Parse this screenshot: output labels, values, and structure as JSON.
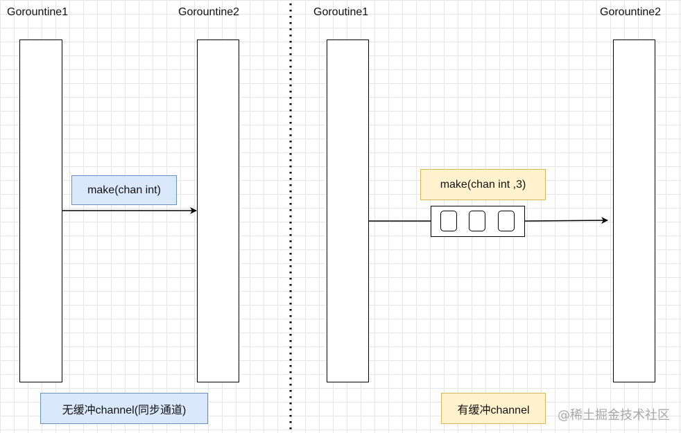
{
  "left": {
    "goroutine1_label": "Gorountine1",
    "goroutine2_label": "Gorountine2",
    "make_label": "make(chan int)",
    "caption": "无缓冲channel(同步通道)"
  },
  "right": {
    "goroutine1_label": "Goroutine1",
    "goroutine2_label": "Gorountine2",
    "make_label": "make(chan int ,3)",
    "caption": "有缓冲channel",
    "buffer_slots": 3
  },
  "watermark": "@稀土掘金技术社区",
  "colors": {
    "blue_fill": "#dae8fc",
    "blue_stroke": "#6c8ebf",
    "yellow_fill": "#fff2cc",
    "yellow_stroke": "#d6b656"
  }
}
